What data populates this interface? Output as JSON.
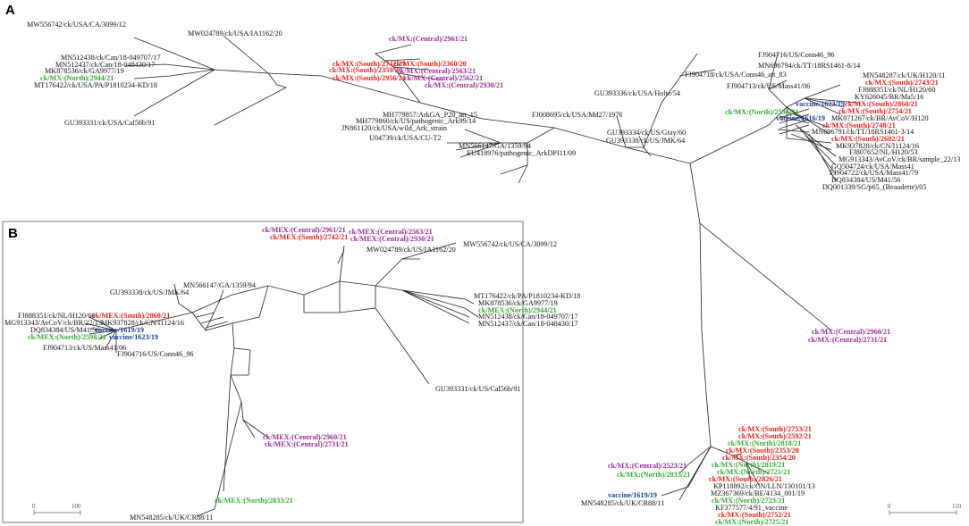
{
  "colors": {
    "south": "#e8231f",
    "central": "#9b2d9b",
    "north": "#3aa835",
    "vaccine": "#1f3d9b",
    "reference": "#111111"
  },
  "panel_a": {
    "letter": "A",
    "scale": {
      "left": "0",
      "right": "110"
    },
    "labels": [
      {
        "id": "a1",
        "text": "MW556742/ck/USA/CA/3099/12",
        "group": "reference"
      },
      {
        "id": "a2",
        "text": "MW024789/ck/USA/IA1162/20",
        "group": "reference"
      },
      {
        "id": "a3",
        "text": "MN512438/ck/Can/18-049707/17",
        "group": "reference"
      },
      {
        "id": "a4",
        "text": "MN512437/ck/Can/18-048430/17",
        "group": "reference"
      },
      {
        "id": "a5",
        "text": "MK878536/ck/GA9977/19",
        "group": "reference"
      },
      {
        "id": "a6",
        "text": "ck/MX:(North)/2944/21",
        "group": "north"
      },
      {
        "id": "a7",
        "text": "MT176422/ck/USA/PA/P1810234-KD/18",
        "group": "reference"
      },
      {
        "id": "a8",
        "text": "GU393331/ck/USA/Cal56b/91",
        "group": "reference"
      },
      {
        "id": "a9",
        "text": "ck/MX:(Central)/2961/21",
        "group": "central"
      },
      {
        "id": "a10",
        "text": "ck/MX:(South)/2742/21",
        "group": "south"
      },
      {
        "id": "a11",
        "text": "ck/MX:(South)/2360/20",
        "group": "south"
      },
      {
        "id": "a12",
        "text": "ck/MX:(South)/2359/20",
        "group": "south"
      },
      {
        "id": "a13",
        "text": "ck/MX:(Central)/2563/21",
        "group": "central"
      },
      {
        "id": "a14",
        "text": "ck/MX:(South)/2956/21",
        "group": "south"
      },
      {
        "id": "a15",
        "text": "ck/MX:(Central)/2562/21",
        "group": "central"
      },
      {
        "id": "a16",
        "text": "ck/MX:(Central)/2930/21",
        "group": "central"
      },
      {
        "id": "a17",
        "text": "MH779857/ArkGA_P20_att_15",
        "group": "reference"
      },
      {
        "id": "a18",
        "text": "MH779860/ck/US/pathogenic_Ark99/14",
        "group": "reference"
      },
      {
        "id": "a19",
        "text": "JN861120/ck/USA/wild_Ark_strain",
        "group": "reference"
      },
      {
        "id": "a20",
        "text": "U04739/ck/USA/CU-T2",
        "group": "reference"
      },
      {
        "id": "a21",
        "text": "MN566147/GA/1359/94",
        "group": "reference"
      },
      {
        "id": "a22",
        "text": "EU418976/pathogenic_ArkDPI11/09",
        "group": "reference"
      },
      {
        "id": "a23",
        "text": "FJ008695/ck/USA/Md27/1976",
        "group": "reference"
      },
      {
        "id": "a24",
        "text": "GU393334/ck/US/Gray/60",
        "group": "reference"
      },
      {
        "id": "a25",
        "text": "GU393338/ck/US/JMK/64",
        "group": "reference"
      },
      {
        "id": "a26",
        "text": "GU393336/ck/USA/Holte/54",
        "group": "reference"
      },
      {
        "id": "a27",
        "text": "FJ904718/ck/USA/Conn46_att_83",
        "group": "reference"
      },
      {
        "id": "a28",
        "text": "FJ904713/ck/US/Mass41/06",
        "group": "reference"
      },
      {
        "id": "a29",
        "text": "FJ904716/US/Conn46_96",
        "group": "reference"
      },
      {
        "id": "a30",
        "text": "MN696794/ck/TT/18RS1461-8/14",
        "group": "reference"
      },
      {
        "id": "a31",
        "text": "MN548287/ck/UK/H120/11",
        "group": "reference"
      },
      {
        "id": "a32",
        "text": "ck/MX:(South)/2743/21",
        "group": "south"
      },
      {
        "id": "a33",
        "text": "FJ888351/ck/NL/H120/60",
        "group": "reference"
      },
      {
        "id": "a34",
        "text": "KY626045/BR/Ma5/16",
        "group": "reference"
      },
      {
        "id": "a35",
        "text": "vaccine/1623/19",
        "group": "vaccine"
      },
      {
        "id": "a36",
        "text": "ck/MX:(South)/2860/21",
        "group": "south"
      },
      {
        "id": "a37",
        "text": "ck/MX:(South)/2754/21",
        "group": "south"
      },
      {
        "id": "a38",
        "text": "ck/MX:(North)/2598/21",
        "group": "north"
      },
      {
        "id": "a39",
        "text": "MK071267/ck/BR/AvCoV/H120",
        "group": "reference"
      },
      {
        "id": "a40",
        "text": "vaccine/1616/19",
        "group": "vaccine"
      },
      {
        "id": "a41",
        "text": "ck/MX:(South)/2748/21",
        "group": "south"
      },
      {
        "id": "a42",
        "text": "MN696791/ck/TT/18RS1461-3/14",
        "group": "reference"
      },
      {
        "id": "a43",
        "text": "ck/MX:(South)/2602/21",
        "group": "south"
      },
      {
        "id": "a44",
        "text": "MK937828/ck/CN/I1124/16",
        "group": "reference"
      },
      {
        "id": "a45",
        "text": "FJ807652/NL/H120/53",
        "group": "reference"
      },
      {
        "id": "a46",
        "text": "MG913343/AvCoV/ck/BR/sample_22/13",
        "group": "reference"
      },
      {
        "id": "a47",
        "text": "GQ504724/ck/USA/Mass41",
        "group": "reference"
      },
      {
        "id": "a48",
        "text": "FJ904722/ck/USA/Mass41/79",
        "group": "reference"
      },
      {
        "id": "a49",
        "text": "DQ834384/US/M41/56",
        "group": "reference"
      },
      {
        "id": "a50",
        "text": "DQ001339/SG/p65_(Beaudette)/05",
        "group": "reference"
      },
      {
        "id": "a51",
        "text": "ck/MX:(Central)/2960/21",
        "group": "central"
      },
      {
        "id": "a52",
        "text": "ck/MX:(Central)/2731/21",
        "group": "central"
      },
      {
        "id": "a53",
        "text": "ck/MX:(South)/2753/21",
        "group": "south"
      },
      {
        "id": "a54",
        "text": "ck/MX:(South)/2592/21",
        "group": "south"
      },
      {
        "id": "a55",
        "text": "ck/MX:(North)/2818/21",
        "group": "north"
      },
      {
        "id": "a56",
        "text": "ck/MX:(South)/2353/20",
        "group": "south"
      },
      {
        "id": "a57",
        "text": "ck/MX:(South)/2354/20",
        "group": "south"
      },
      {
        "id": "a58",
        "text": "ck/MX:(North)/2819/21",
        "group": "north"
      },
      {
        "id": "a59",
        "text": "ck/MX:(North)/2721/21",
        "group": "north"
      },
      {
        "id": "a60",
        "text": "ck/MX:(South)/2826/21",
        "group": "south"
      },
      {
        "id": "a61",
        "text": "KP118892/ck/CN/LLN/130101/13",
        "group": "reference"
      },
      {
        "id": "a62",
        "text": "MZ367369/ck/BE/4134_001/19",
        "group": "reference"
      },
      {
        "id": "a63",
        "text": "ck/MX:(North)/2723/21",
        "group": "north"
      },
      {
        "id": "a64",
        "text": "KF377577/4/91_vaccine",
        "group": "reference"
      },
      {
        "id": "a65",
        "text": "ck/MX:(South)/2752/21",
        "group": "south"
      },
      {
        "id": "a66",
        "text": "ck/MX:(North)/2725/21",
        "group": "north"
      },
      {
        "id": "a67",
        "text": "ck/MX:(Central)/2523/21",
        "group": "central"
      },
      {
        "id": "a68",
        "text": "ck/MX:(North)/2833/21",
        "group": "north"
      },
      {
        "id": "a69",
        "text": "vaccine/1619/19",
        "group": "vaccine"
      },
      {
        "id": "a70",
        "text": "MN548285/ck/UK/CR88/11",
        "group": "reference"
      }
    ]
  },
  "panel_b": {
    "letter": "B",
    "scale": {
      "left": "0",
      "right": "100"
    },
    "labels": [
      {
        "id": "b1",
        "text": "ck/MEX:(Central)/2961/21",
        "group": "central"
      },
      {
        "id": "b2",
        "text": "ck/MEX:(South)/2742/21",
        "group": "south"
      },
      {
        "id": "b3",
        "text": "ck/MEX:(Central)/2563/21",
        "group": "central"
      },
      {
        "id": "b4",
        "text": "ck/MEX:(Central)/2930/21",
        "group": "central"
      },
      {
        "id": "b5",
        "text": "MW024789/ck/US/IA1162/20",
        "group": "reference"
      },
      {
        "id": "b6",
        "text": "MW556742/ck/US/CA/3099/12",
        "group": "reference"
      },
      {
        "id": "b7",
        "text": "MN566147/GA/1359/94",
        "group": "reference"
      },
      {
        "id": "b8",
        "text": "GU393338/ck/US/JMK/64",
        "group": "reference"
      },
      {
        "id": "b9",
        "text": "MT176422/ck/PA/P1810234-KD/18",
        "group": "reference"
      },
      {
        "id": "b10",
        "text": "MK878536/ck/GA9977/19",
        "group": "reference"
      },
      {
        "id": "b11",
        "text": "ck/MEX:(North)/2944/21",
        "group": "north"
      },
      {
        "id": "b12",
        "text": "MN512438/ck/Can/18-049707/17",
        "group": "reference"
      },
      {
        "id": "b13",
        "text": "MN512437/ck/Can/18-048430/17",
        "group": "reference"
      },
      {
        "id": "b14",
        "text": "FJ888351/ck/NL/H120/60",
        "group": "reference"
      },
      {
        "id": "b15",
        "text": "ck/MEX:(South)/2860/21",
        "group": "south"
      },
      {
        "id": "b16",
        "text": "MG913343/AvCoV/ck/BR/22/13",
        "group": "reference"
      },
      {
        "id": "b17",
        "text": "MK937828/ck/CN/I1124/16",
        "group": "reference"
      },
      {
        "id": "b18",
        "text": "DQ834384/US/M41/56",
        "group": "reference"
      },
      {
        "id": "b19",
        "text": "vaccine/1619/19",
        "group": "vaccine"
      },
      {
        "id": "b20",
        "text": "ck/MEX:(North)/2598/21",
        "group": "north"
      },
      {
        "id": "b21",
        "text": "vaccine/1623/19",
        "group": "vaccine"
      },
      {
        "id": "b22",
        "text": "FJ904713/ck/US/Mass41/06",
        "group": "reference"
      },
      {
        "id": "b23",
        "text": "FJ904716/US/Conn46_96",
        "group": "reference"
      },
      {
        "id": "b24",
        "text": "GU393331/ck/US/Cal56b/91",
        "group": "reference"
      },
      {
        "id": "b25",
        "text": "ck/MEX:(Central)/2960/21",
        "group": "central"
      },
      {
        "id": "b26",
        "text": "ck/MEX:(Central)/2731/21",
        "group": "central"
      },
      {
        "id": "b27",
        "text": "ck/MEX:(North)/2833/21",
        "group": "north"
      },
      {
        "id": "b28",
        "text": "MN548285/ck/UK/CR88/11",
        "group": "reference"
      }
    ]
  }
}
